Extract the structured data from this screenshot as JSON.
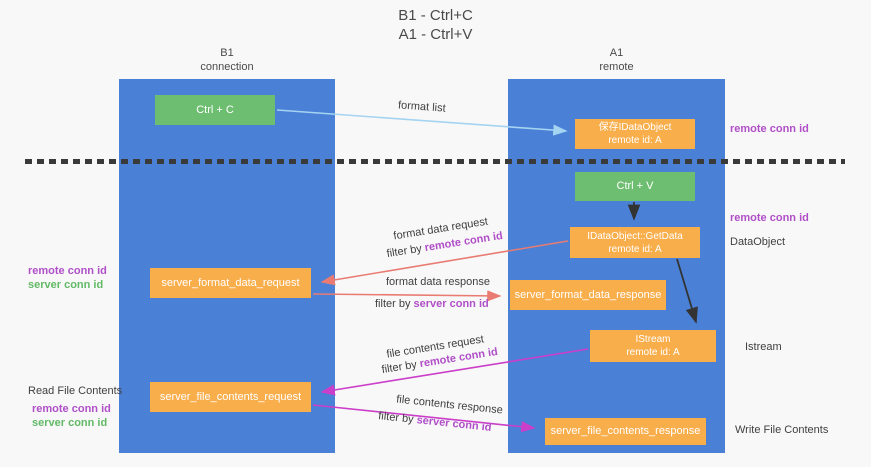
{
  "title": {
    "line1": "B1 - Ctrl+C",
    "line2": "A1 - Ctrl+V"
  },
  "lanes": {
    "left": {
      "title": "B1",
      "subtitle": "connection"
    },
    "right": {
      "title": "A1",
      "subtitle": "remote"
    }
  },
  "boxes": {
    "ctrl_c": {
      "label": "Ctrl + C"
    },
    "ctrl_v": {
      "label": "Ctrl + V"
    },
    "save_idataobject": {
      "line1": "保存IDataObject",
      "line2": "remote id: A"
    },
    "idataobject_getdata": {
      "line1": "IDataObject::GetData",
      "line2": "remote id: A"
    },
    "istream": {
      "line1": "IStream",
      "line2": "remote id: A"
    },
    "server_format_data_request": {
      "label": "server_format_data_request"
    },
    "server_format_data_response": {
      "label": "server_format_data_response"
    },
    "server_file_contents_request": {
      "label": "server_file_contents_request"
    },
    "server_file_contents_response": {
      "label": "server_file_contents_response"
    }
  },
  "arrow_labels": {
    "format_list": "format list",
    "format_data_request": "format data request",
    "format_data_response": "format data response",
    "file_contents_request": "file contents request",
    "file_contents_response": "file contents response"
  },
  "terms": {
    "filter_by": "filter by",
    "remote_conn_id": "remote conn id",
    "server_conn_id": "server conn id"
  },
  "side_labels": {
    "dataobject": "DataObject",
    "istream": "Istream",
    "read_file_contents": "Read File Contents",
    "write_file_contents": "Write File Contents"
  },
  "colors": {
    "background": "#f8f8f8",
    "lane_blue": "#4a81d6",
    "box_green": "#6ebe71",
    "box_orange": "#f9ae4c",
    "label_purple": "#b04fc8",
    "label_green": "#62b966",
    "arrow_salmon": "#e97b72",
    "arrow_magenta": "#cb3ec9",
    "arrow_lightblue": "#a5d3f2",
    "arrow_black": "#333333",
    "dashed_line": "#3a3a3a"
  }
}
